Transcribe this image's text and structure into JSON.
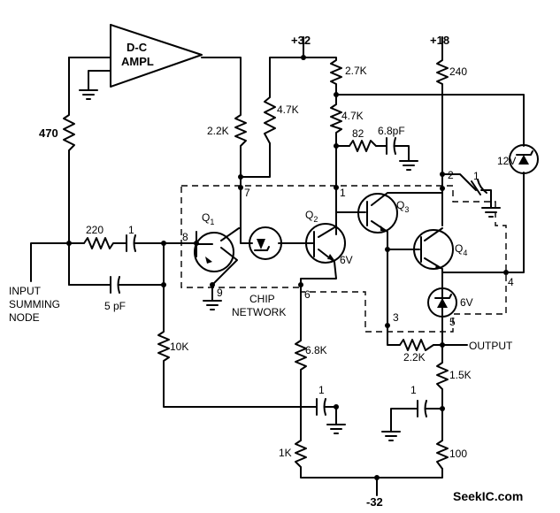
{
  "labels": {
    "dc_ampl_line1": "D-C",
    "dc_ampl_line2": "AMPL",
    "plus32": "+32",
    "plus18": "+18",
    "minus32": "-32",
    "r_470": "470",
    "r_2_2k_top": "2.2K",
    "r_4_7k_a": "4.7K",
    "r_2_7k": "2.7K",
    "r_4_7k_b": "4.7K",
    "r_82": "82",
    "c_6_8pf": "6.8pF",
    "r_240": "240",
    "zener_12v": "12V",
    "r_220": "220",
    "c_1_input": "1",
    "c_5pf": "5 pF",
    "r_10k": "10K",
    "r_6_8k": "6.8K",
    "r_1k": "1K",
    "r_2_2k_out": "2.2K",
    "r_1_5k": "1.5K",
    "r_100": "100",
    "c_1_left": "1",
    "c_1_right": "1",
    "c_1_q4": "1",
    "node_7": "7",
    "node_1": "1",
    "node_2": "2",
    "node_8": "8",
    "node_9": "9",
    "node_6": "6",
    "node_3": "3",
    "node_4": "4",
    "node_5": "5",
    "q1": "Q",
    "q1_sub": "1",
    "q2": "Q",
    "q2_sub": "2",
    "q3": "Q",
    "q3_sub": "3",
    "q4": "Q",
    "q4_sub": "4",
    "q2_6v": "6V",
    "zener_6v": "6V",
    "chip_line1": "CHIP",
    "chip_line2": "NETWORK",
    "input_line1": "INPUT",
    "input_line2": "SUMMING",
    "input_line3": "NODE",
    "output": "OUTPUT",
    "watermark": "SeekIC.com"
  }
}
